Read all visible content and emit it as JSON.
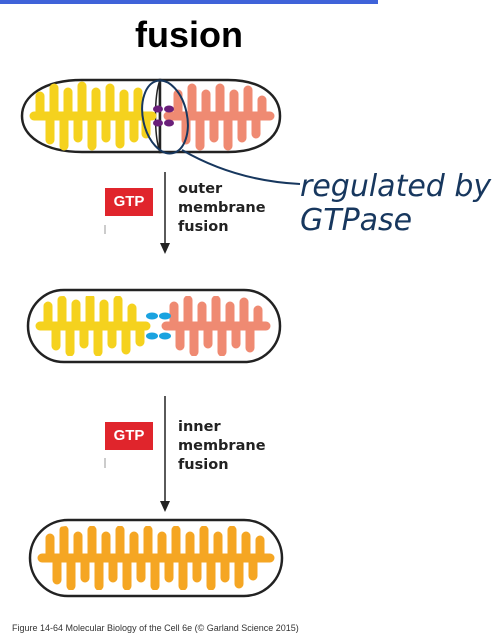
{
  "title": "fusion",
  "steps": [
    {
      "badge": "GTP",
      "label_lines": [
        "outer",
        "membrane",
        "fusion"
      ]
    },
    {
      "badge": "GTP",
      "label_lines": [
        "inner",
        "membrane",
        "fusion"
      ]
    }
  ],
  "annotation": {
    "lines": [
      "regulated by",
      "GTPase"
    ]
  },
  "caption": "Figure 14-64  Molecular Biology of the Cell 6e (© Garland Science 2015)",
  "colors": {
    "title_rule": "#3f63d9",
    "left_cristae": "#f5d21e",
    "right_cristae": "#ef8a72",
    "fused_cristae": "#f5a623",
    "tether_outer": "#6a1f7a",
    "tether_inner": "#1aa3e0",
    "gtp_badge": "#e0252c",
    "ink": "#17375e"
  }
}
